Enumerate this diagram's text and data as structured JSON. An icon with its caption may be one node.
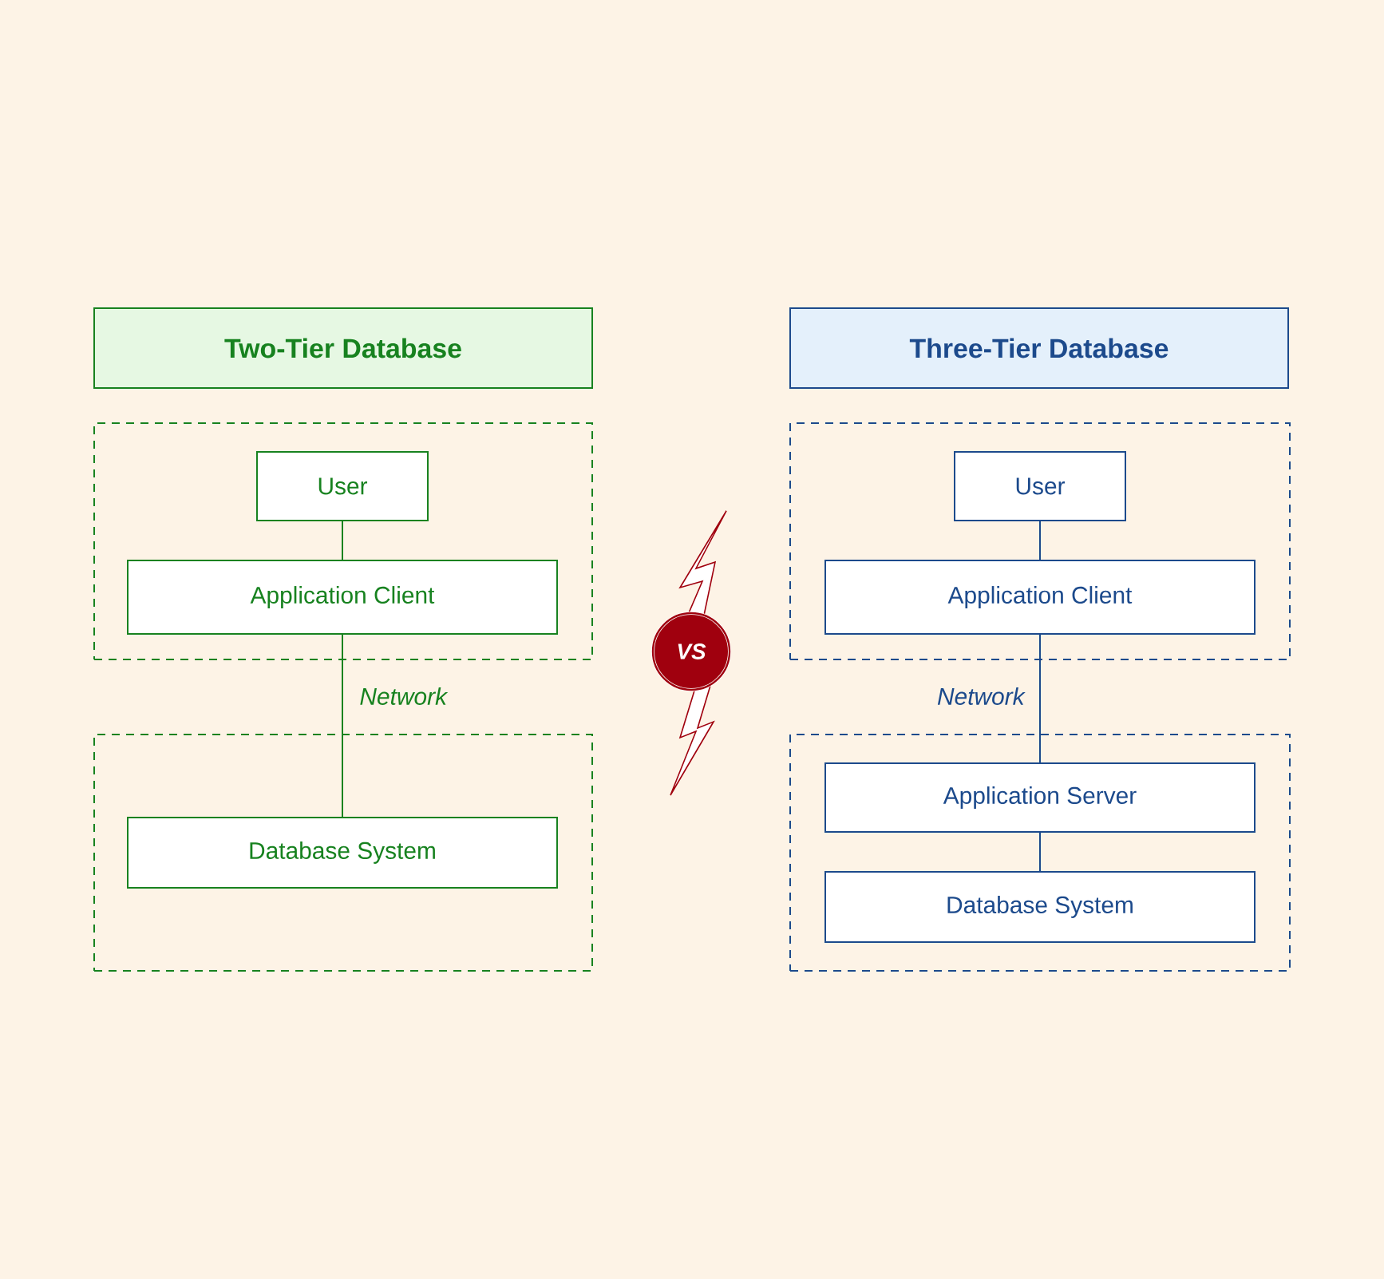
{
  "diagram": {
    "nodes": [
      {
        "text": [
          "Two-Tier Database"
        ]
      },
      {
        "text": [],
        "shape": "box"
      },
      {
        "text": [
          "User"
        ],
        "in": 1
      },
      {
        "text": [
          "Application Client"
        ],
        "in": 1
      },
      {
        "text": [],
        "shape": "box"
      },
      {
        "text": [
          "Database System"
        ],
        "in": 4
      },
      {
        "text": [
          "Three-Tier Database"
        ]
      },
      {
        "text": [],
        "shape": "box"
      },
      {
        "text": [
          "User"
        ],
        "in": 7
      },
      {
        "text": [
          "Application Client"
        ],
        "in": 7
      },
      {
        "text": [],
        "shape": "box"
      },
      {
        "text": [
          "Application Server"
        ],
        "in": 10
      },
      {
        "text": [
          "Database System"
        ],
        "in": 10
      },
      {
        "text": [
          "VS"
        ]
      }
    ],
    "edges": [
      {
        "from": 2,
        "to": 3,
        "arrow": "none",
        "color": "#17821f"
      },
      {
        "from": 3,
        "to": 5,
        "arrow": "none",
        "label": "Network",
        "color": "#17821f"
      },
      {
        "from": 8,
        "to": 9,
        "arrow": "none",
        "color": "#1c4a8c"
      },
      {
        "from": 9,
        "to": 11,
        "arrow": "none",
        "label": "Network",
        "color": "#1c4a8c"
      },
      {
        "from": 11,
        "to": 12,
        "arrow": "none",
        "color": "#1c4a8c"
      }
    ]
  }
}
